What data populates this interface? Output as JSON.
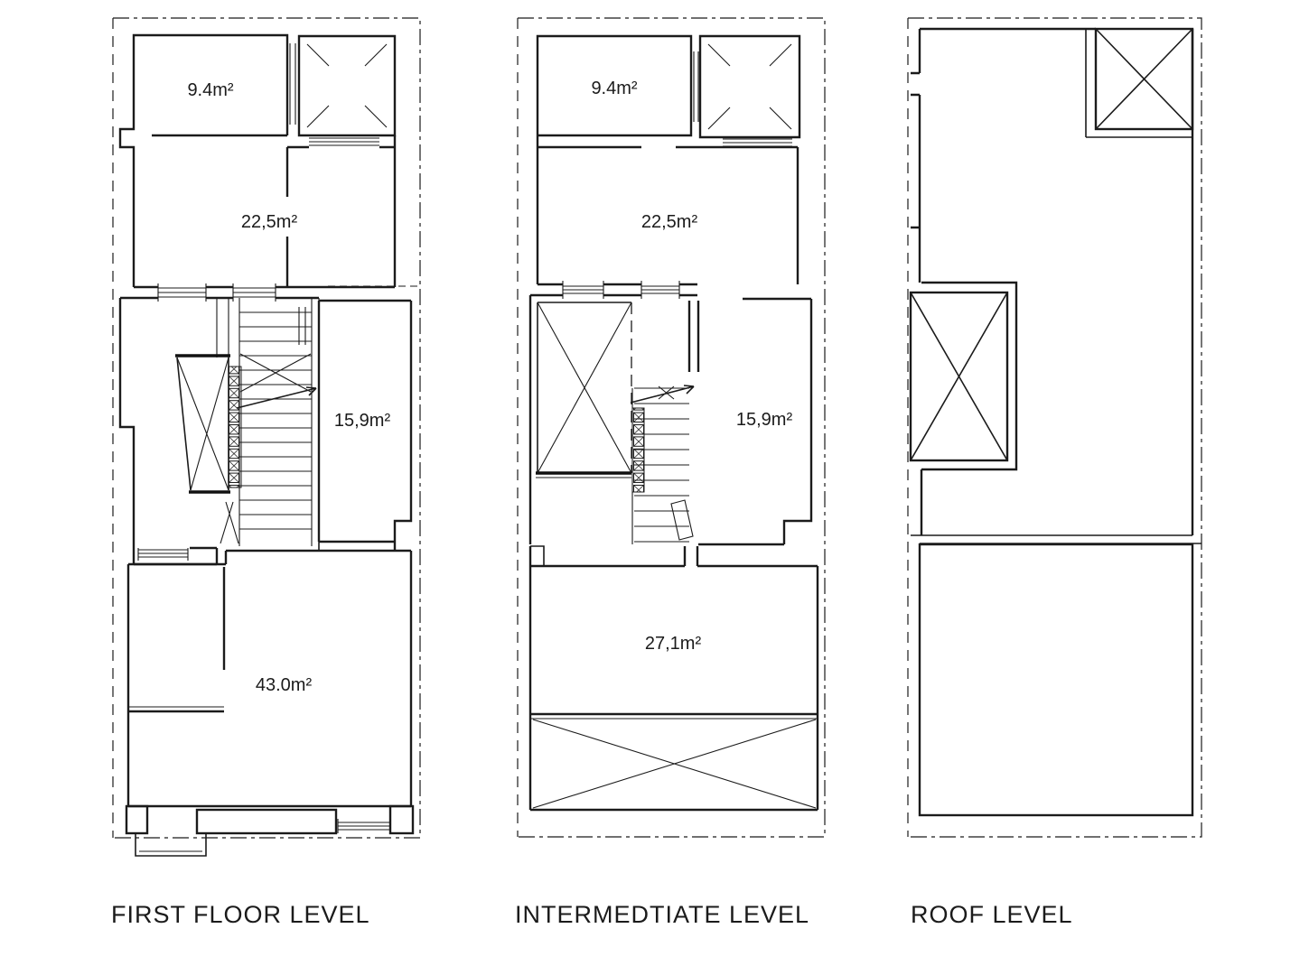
{
  "page": {
    "background": "#ffffff",
    "line_color": "#1b1b1b"
  },
  "plans": [
    {
      "id": "first-floor",
      "title": "FIRST FLOOR LEVEL",
      "rooms": [
        {
          "name": "room-top-left",
          "area": "9.4m²"
        },
        {
          "name": "room-upper-main",
          "area": "22,5m²"
        },
        {
          "name": "room-middle-right",
          "area": "15,9m²"
        },
        {
          "name": "room-lower-main",
          "area": "43.0m²"
        }
      ],
      "symbols": [
        "shaft-with-corner-diagonals",
        "stair-flight-up-arrow",
        "void-cross-box",
        "window-triple-line",
        "entry-porch",
        "property-boundary-dashdot"
      ]
    },
    {
      "id": "intermediate",
      "title": "INTERMEDTIATE LEVEL",
      "rooms": [
        {
          "name": "room-top-left",
          "area": "9.4m²"
        },
        {
          "name": "room-upper-main",
          "area": "22,5m²"
        },
        {
          "name": "room-middle-right",
          "area": "15,9m²"
        },
        {
          "name": "room-lower-main",
          "area": "27,1m²"
        }
      ],
      "symbols": [
        "shaft-with-corner-diagonals",
        "stair-flight-up-arrow",
        "void-cross-large",
        "void-cross-terrace",
        "door-leaf",
        "window-triple-line",
        "property-boundary-dashdot"
      ]
    },
    {
      "id": "roof",
      "title": "ROOF LEVEL",
      "rooms": [],
      "symbols": [
        "skylight-cross-box-top",
        "skylight-cross-box-left",
        "roof-split-line",
        "property-boundary-dashdot"
      ]
    }
  ]
}
